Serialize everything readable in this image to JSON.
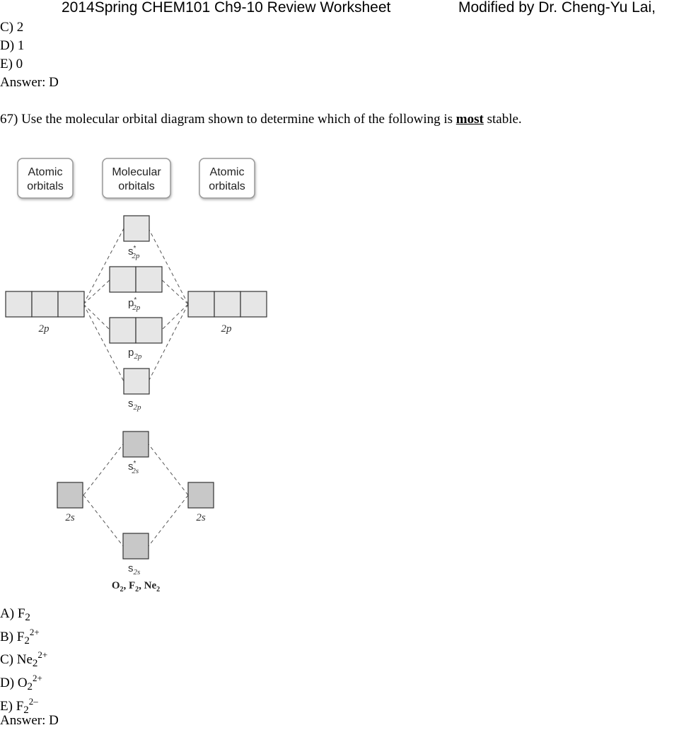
{
  "header": {
    "title": "2014Spring CHEM101 Ch9-10 Review Worksheet",
    "modified": "Modified by Dr. Cheng-Yu Lai,"
  },
  "prev_question": {
    "choices": [
      "C) 2",
      "D) 1",
      "E) 0"
    ],
    "answer": "Answer:  D"
  },
  "question": {
    "prefix": "67) Use the molecular orbital diagram shown to determine which of the following is ",
    "emphasis": "most",
    "suffix": " stable."
  },
  "diagram": {
    "box_left": "Atomic orbitals",
    "box_center": "Molecular orbitals",
    "box_right": "Atomic orbitals",
    "lbl_2p_left": "2p",
    "lbl_2p_right": "2p",
    "lbl_2s_left": "2s",
    "lbl_2s_right": "2s",
    "mo_sigma_2p_star": "s2p*",
    "mo_pi_2p_star": "p2p*",
    "mo_pi_2p": "p2p",
    "mo_sigma_2p": "s2p",
    "mo_sigma_2s_star": "s2s*",
    "mo_sigma_2s": "s2s",
    "caption": "O2, F2, Ne2"
  },
  "choices": [
    {
      "letter": "A) ",
      "base": "F",
      "sub": "2",
      "sup": ""
    },
    {
      "letter": "B) ",
      "base": "F",
      "sub": "2",
      "sup": "2+"
    },
    {
      "letter": "C) ",
      "base": "Ne",
      "sub": "2",
      "sup": "2+"
    },
    {
      "letter": "D) ",
      "base": "O",
      "sub": "2",
      "sup": "2+"
    },
    {
      "letter": "E) ",
      "base": "F",
      "sub": "2",
      "sup": "2–"
    }
  ],
  "answer": "Answer:  D"
}
